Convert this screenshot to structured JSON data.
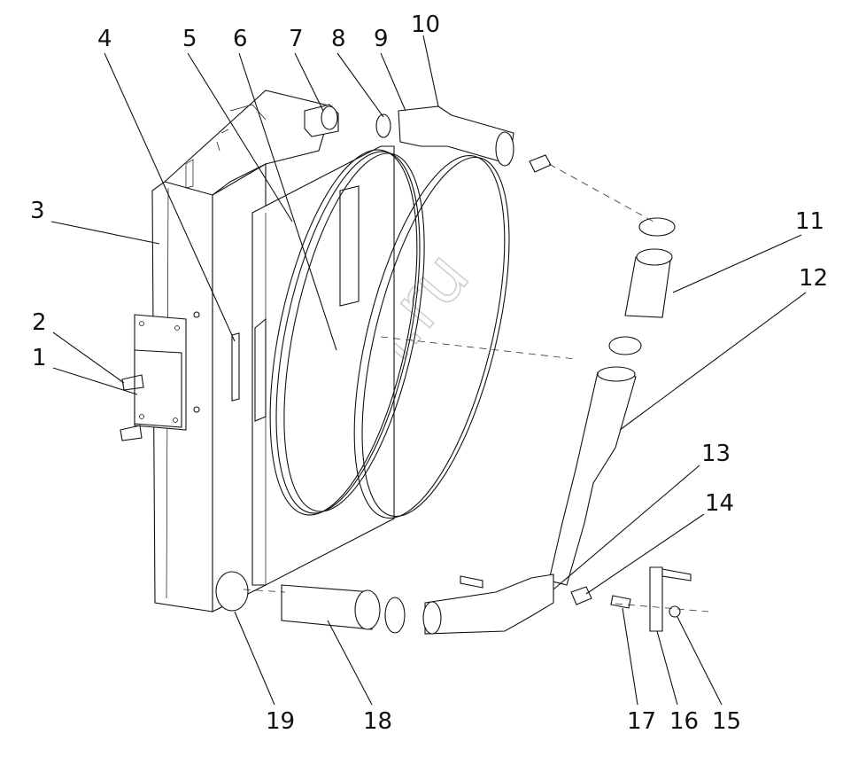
{
  "drawing": {
    "watermark": "zap-kam.ru",
    "callouts": [
      "1",
      "2",
      "3",
      "4",
      "5",
      "6",
      "7",
      "8",
      "9",
      "10",
      "11",
      "12",
      "13",
      "14",
      "15",
      "16",
      "17",
      "18",
      "19"
    ]
  },
  "colors": {
    "line": "#111111",
    "watermark": "#cfcfcf",
    "background": "#ffffff"
  }
}
